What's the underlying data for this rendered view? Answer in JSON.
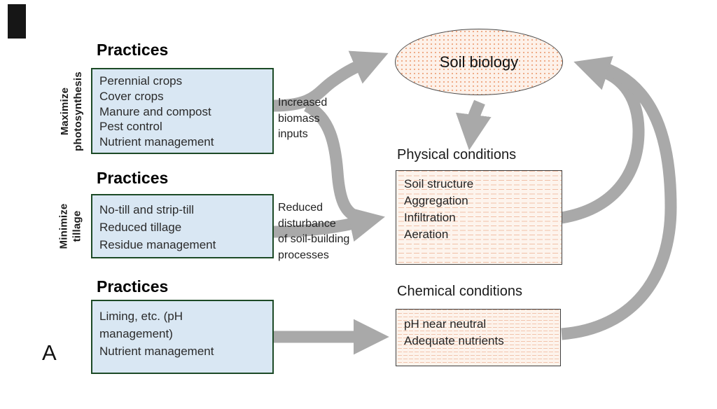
{
  "figure_label": "A",
  "colors": {
    "practice_box_fill": "#d9e7f3",
    "practice_box_border": "#1c4a26",
    "condition_fill": "#fdf2ea",
    "condition_accent": "#e99a70",
    "node_border": "#4a4a4a",
    "arrow": "#a9a9a9",
    "text": "#1f1f1f"
  },
  "sections": [
    {
      "heading": "Practices",
      "side_label_lines": [
        "Maximize",
        "photosynthesis"
      ],
      "items": [
        "Perennial crops",
        "Cover crops",
        "Manure and compost",
        "Pest control",
        "Nutrient management"
      ]
    },
    {
      "heading": "Practices",
      "side_label_lines": [
        "Minimize",
        "tillage"
      ],
      "items": [
        "No-till and strip-till",
        "Reduced tillage",
        "Residue management"
      ]
    },
    {
      "heading": "Practices",
      "items": [
        "Liming, etc. (pH",
        "management)",
        "Nutrient management"
      ]
    }
  ],
  "arrow_labels": [
    {
      "lines": [
        "Increased",
        "biomass",
        "inputs"
      ]
    },
    {
      "lines": [
        "Reduced",
        "disturbance",
        "of soil-building",
        "processes"
      ]
    }
  ],
  "nodes": {
    "soil_biology": {
      "label": "Soil biology"
    },
    "physical": {
      "title": "Physical conditions",
      "items": [
        "Soil structure",
        "Aggregation",
        "Infiltration",
        "Aeration"
      ]
    },
    "chemical": {
      "title": "Chemical conditions",
      "items": [
        "pH near neutral",
        "Adequate nutrients"
      ]
    }
  },
  "edges": [
    {
      "from": "practices-maximize-photosynthesis",
      "to": "soil-biology",
      "label": "Increased biomass inputs"
    },
    {
      "from": "practices-maximize-photosynthesis",
      "to": "physical-conditions",
      "label": "Increased biomass inputs"
    },
    {
      "from": "practices-minimize-tillage",
      "to": "physical-conditions",
      "label": "Reduced disturbance of soil-building processes"
    },
    {
      "from": "soil-biology",
      "to": "physical-conditions",
      "label": ""
    },
    {
      "from": "practices-liming",
      "to": "chemical-conditions",
      "label": ""
    },
    {
      "from": "physical-conditions",
      "to": "soil-biology",
      "label": ""
    },
    {
      "from": "chemical-conditions",
      "to": "soil-biology",
      "label": ""
    }
  ]
}
